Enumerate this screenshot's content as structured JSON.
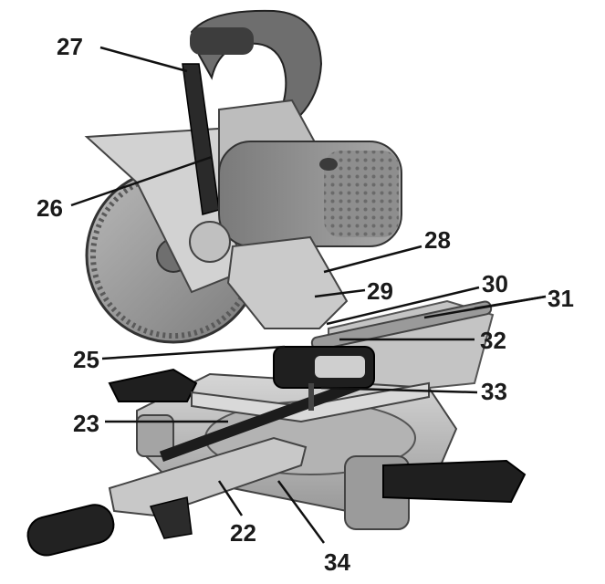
{
  "figure": {
    "labels": [
      "27",
      "26",
      "28",
      "29",
      "30",
      "31",
      "32",
      "25",
      "33",
      "23",
      "22",
      "34"
    ]
  },
  "colors": {
    "machine_dark": "#3a3a3a",
    "machine_mid": "#8a8a8a",
    "machine_light": "#cfcfcf",
    "leader": "#111111"
  }
}
